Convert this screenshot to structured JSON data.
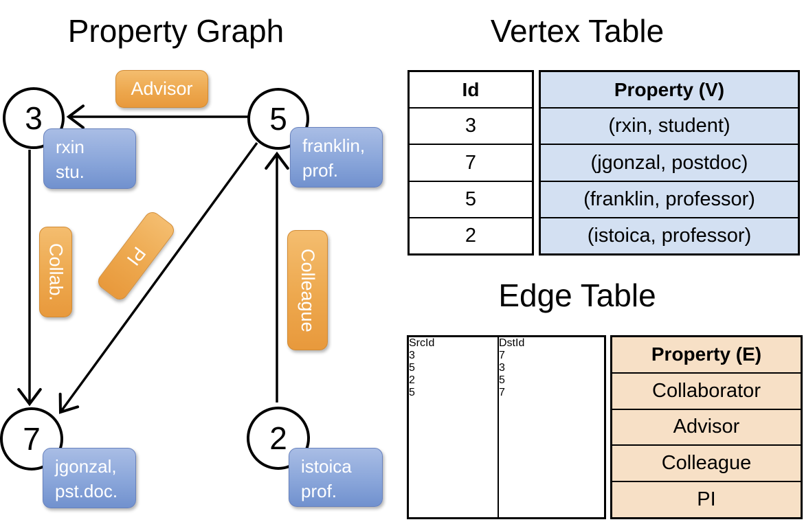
{
  "graph": {
    "title": "Property Graph",
    "vertices": {
      "v3": {
        "id": "3",
        "line1": "rxin",
        "line2": "stu."
      },
      "v5": {
        "id": "5",
        "line1": "franklin,",
        "line2": "prof."
      },
      "v7": {
        "id": "7",
        "line1": "jgonzal,",
        "line2": "pst.doc."
      },
      "v2": {
        "id": "2",
        "line1": "istoica",
        "line2": "prof."
      }
    },
    "edge_labels": {
      "advisor": "Advisor",
      "collab": "Collab.",
      "pi": "PI",
      "colleague": "Colleague"
    }
  },
  "vertex_table": {
    "title": "Vertex Table",
    "columns": [
      "Id",
      "Property (V)"
    ],
    "rows": [
      [
        "3",
        "(rxin, student)"
      ],
      [
        "7",
        "(jgonzal, postdoc)"
      ],
      [
        "5",
        "(franklin, professor)"
      ],
      [
        "2",
        "(istoica, professor)"
      ]
    ]
  },
  "edge_table": {
    "title": "Edge Table",
    "columns": [
      "SrcId",
      "DstId",
      "Property (E)"
    ],
    "rows": [
      [
        "3",
        "7",
        "Collaborator"
      ],
      [
        "5",
        "3",
        "Advisor"
      ],
      [
        "2",
        "5",
        "Colleague"
      ],
      [
        "5",
        "7",
        "PI"
      ]
    ]
  },
  "colors": {
    "edge_label_orange": "#eca54e",
    "vertex_label_blue": "#7f9cd4",
    "vertex_table_fill": "#d3e0f2",
    "edge_table_fill": "#f7e0c6",
    "line_black": "#000000"
  }
}
